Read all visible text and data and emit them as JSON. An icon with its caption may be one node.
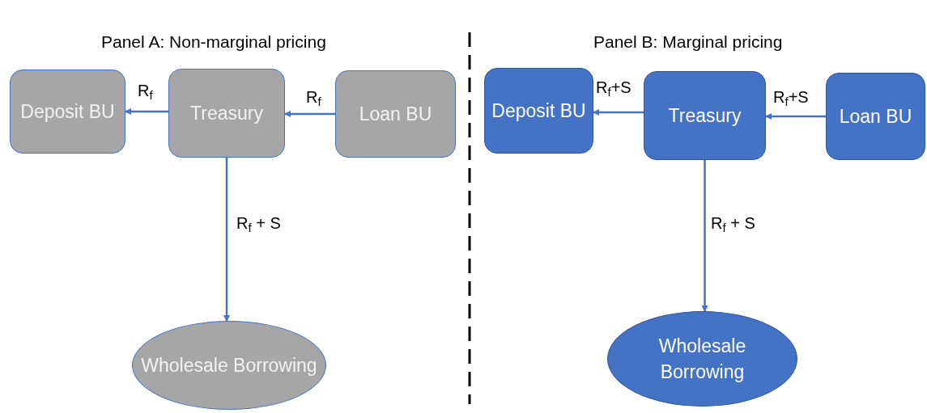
{
  "diagram": {
    "nodes": [
      {
        "text": [
          "Deposit BU"
        ]
      },
      {
        "text": [
          "Treasury"
        ]
      },
      {
        "text": [
          "Loan BU"
        ]
      },
      {
        "text": [
          "Wholesale Borrowing"
        ]
      },
      {
        "text": [
          "Deposit BU"
        ]
      },
      {
        "text": [
          "Treasury"
        ]
      },
      {
        "text": [
          "Loan BU"
        ]
      },
      {
        "text": [
          "Wholesale Borrowing"
        ]
      }
    ],
    "edges": [
      {
        "from": 1,
        "to": 0,
        "arrow": "to",
        "label": "R$_{f}$"
      },
      {
        "from": 2,
        "to": 1,
        "arrow": "to",
        "label": "R$_{f}$"
      },
      {
        "from": 1,
        "to": 3,
        "arrow": "to",
        "label": "R$_{f}$ + S"
      },
      {
        "from": 5,
        "to": 4,
        "arrow": "to",
        "label": "R$_{f}$+S"
      },
      {
        "from": 6,
        "to": 5,
        "arrow": "to",
        "label": "R$_{f}$+S"
      },
      {
        "from": 5,
        "to": 7,
        "arrow": "to",
        "label": "R$_{f}$ + S"
      }
    ],
    "labels": [
      "Panel A: Non-marginal pricing",
      "Panel B: Marginal pricing"
    ]
  }
}
